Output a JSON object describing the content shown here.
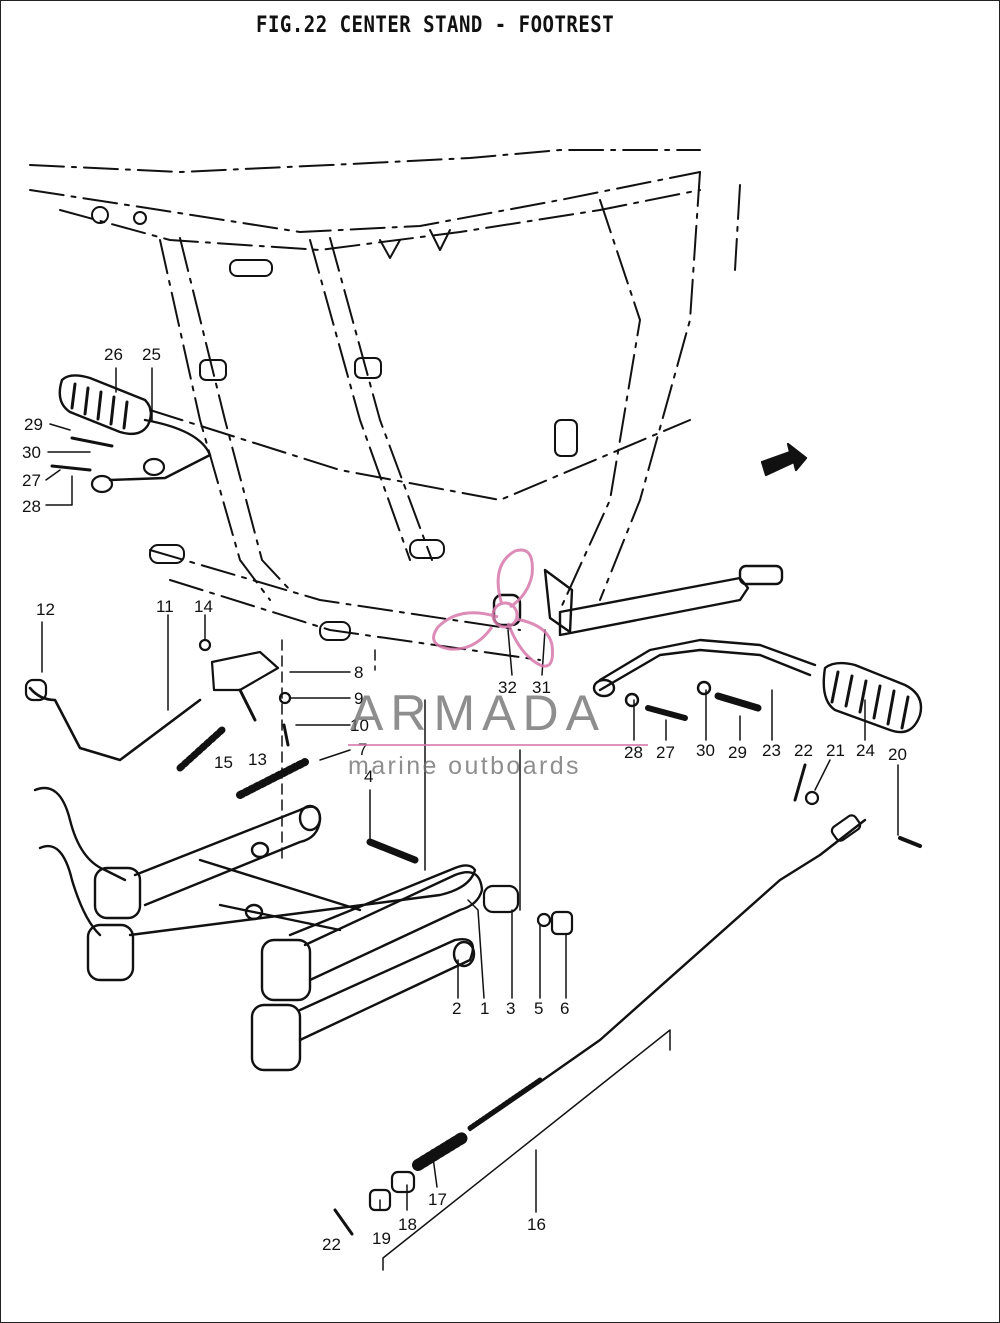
{
  "figure": {
    "title": "FIG.22  CENTER STAND - FOOTREST"
  },
  "callouts": [
    {
      "id": "26",
      "label": "26"
    },
    {
      "id": "25",
      "label": "25"
    },
    {
      "id": "29a",
      "label": "29"
    },
    {
      "id": "30a",
      "label": "30"
    },
    {
      "id": "27a",
      "label": "27"
    },
    {
      "id": "28a",
      "label": "28"
    },
    {
      "id": "12",
      "label": "12"
    },
    {
      "id": "11",
      "label": "11"
    },
    {
      "id": "14",
      "label": "14"
    },
    {
      "id": "8",
      "label": "8"
    },
    {
      "id": "9",
      "label": "9"
    },
    {
      "id": "10",
      "label": "10"
    },
    {
      "id": "7",
      "label": "7"
    },
    {
      "id": "15",
      "label": "15"
    },
    {
      "id": "13",
      "label": "13"
    },
    {
      "id": "4",
      "label": "4"
    },
    {
      "id": "32",
      "label": "32"
    },
    {
      "id": "31",
      "label": "31"
    },
    {
      "id": "28b",
      "label": "28"
    },
    {
      "id": "27b",
      "label": "27"
    },
    {
      "id": "30b",
      "label": "30"
    },
    {
      "id": "29b",
      "label": "29"
    },
    {
      "id": "23",
      "label": "23"
    },
    {
      "id": "22a",
      "label": "22"
    },
    {
      "id": "21",
      "label": "21"
    },
    {
      "id": "24",
      "label": "24"
    },
    {
      "id": "20",
      "label": "20"
    },
    {
      "id": "2",
      "label": "2"
    },
    {
      "id": "1",
      "label": "1"
    },
    {
      "id": "3",
      "label": "3"
    },
    {
      "id": "5",
      "label": "5"
    },
    {
      "id": "6",
      "label": "6"
    },
    {
      "id": "17",
      "label": "17"
    },
    {
      "id": "18",
      "label": "18"
    },
    {
      "id": "19",
      "label": "19"
    },
    {
      "id": "22b",
      "label": "22"
    },
    {
      "id": "16",
      "label": "16"
    }
  ],
  "watermark": {
    "brand": "ARMADA",
    "tagline": "marine outboards",
    "accent_color": "#d678aa",
    "text_color": "#6e6e6e"
  }
}
